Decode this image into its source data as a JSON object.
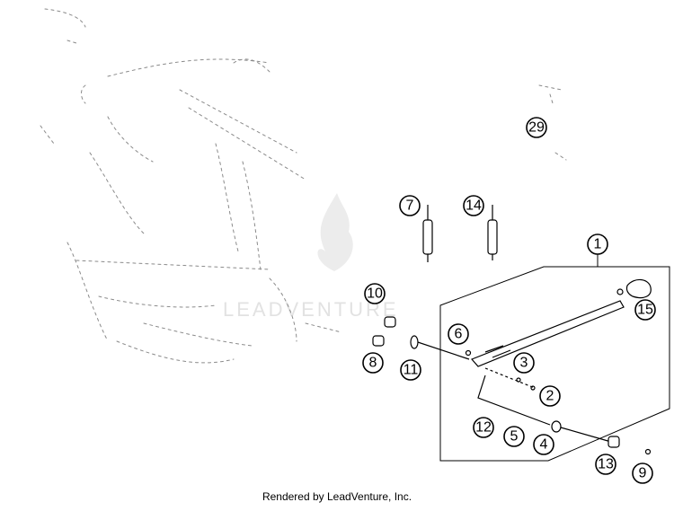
{
  "watermark": {
    "text": "LEADVENTURE"
  },
  "callouts": [
    {
      "id": "c1",
      "label": "1"
    },
    {
      "id": "c2",
      "label": "2"
    },
    {
      "id": "c3",
      "label": "3"
    },
    {
      "id": "c4",
      "label": "4"
    },
    {
      "id": "c5",
      "label": "5"
    },
    {
      "id": "c6",
      "label": "6"
    },
    {
      "id": "c7",
      "label": "7"
    },
    {
      "id": "c8",
      "label": "8"
    },
    {
      "id": "c9",
      "label": "9"
    },
    {
      "id": "c10",
      "label": "10"
    },
    {
      "id": "c11",
      "label": "11"
    },
    {
      "id": "c12",
      "label": "12"
    },
    {
      "id": "c13",
      "label": "13"
    },
    {
      "id": "c14",
      "label": "14"
    },
    {
      "id": "c15",
      "label": "15"
    },
    {
      "id": "c29",
      "label": "29"
    }
  ],
  "footer": {
    "text": "Rendered by LeadVenture, Inc."
  }
}
